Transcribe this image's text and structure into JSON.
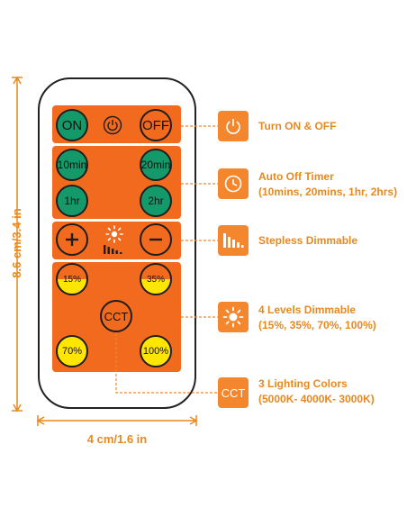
{
  "remote": {
    "on_label": "ON",
    "off_label": "OFF",
    "timer": [
      "10min",
      "20min",
      "1hr",
      "2hr"
    ],
    "levels": [
      "15%",
      "35%",
      "70%",
      "100%"
    ],
    "cct_label": "CCT"
  },
  "callouts": {
    "power": "Turn ON & OFF",
    "timer_title": "Auto Off Timer",
    "timer_detail": "(10mins, 20mins, 1hr, 2hrs)",
    "stepless": "Stepless Dimmable",
    "levels_title": "4 Levels Dimmable",
    "levels_detail": "(15%, 35%, 70%, 100%)",
    "cct_box": "CCT",
    "cct_title": "3 Lighting Colors",
    "cct_detail": "(5000K- 4000K- 3000K)"
  },
  "dimensions": {
    "height": "8.6 cm/3.4 in",
    "width": "4 cm/1.6 in"
  },
  "colors": {
    "orange": "#f26a1e",
    "green": "#149a6a",
    "yellow": "#ffe600",
    "label": "#e8891f"
  }
}
